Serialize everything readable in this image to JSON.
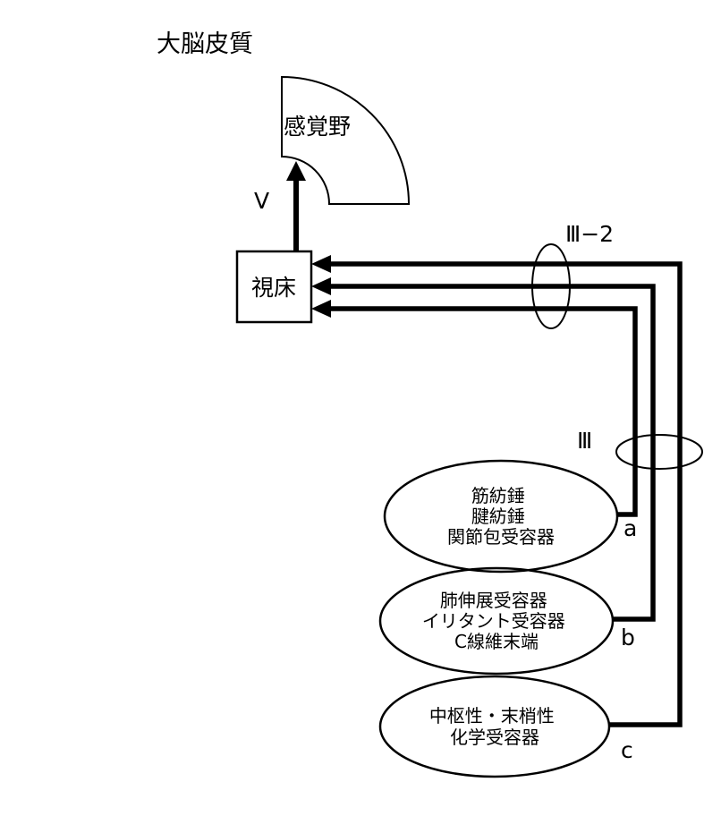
{
  "labels": {
    "cortex": "大脳皮質",
    "sensory_area": "感覚野",
    "thalamus": "視床",
    "v_pathway": "V",
    "iii2_marker": "Ⅲ−2",
    "iii_marker": "Ⅲ"
  },
  "receptors": [
    {
      "tag": "a",
      "lines": [
        "筋紡錘",
        "腱紡錘",
        "関節包受容器"
      ]
    },
    {
      "tag": "b",
      "lines": [
        "肺伸展受容器",
        "イリタント受容器",
        "C線維末端"
      ]
    },
    {
      "tag": "c",
      "lines": [
        "中枢性・末梢性",
        "化学受容器"
      ]
    }
  ],
  "colors": {
    "line": "#000000",
    "background": "#ffffff"
  }
}
